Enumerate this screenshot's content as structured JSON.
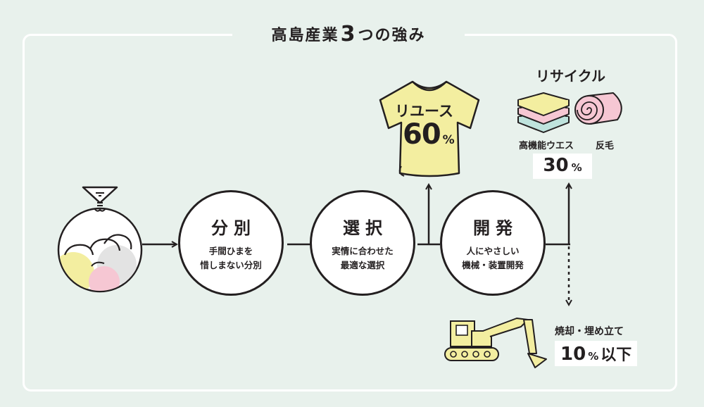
{
  "title": {
    "prefix": "高島産業",
    "number": "3",
    "suffix": "つの強み"
  },
  "steps": [
    {
      "head": "分別",
      "sub1": "手間ひまを",
      "sub2": "惜しまない分別"
    },
    {
      "head": "選択",
      "sub1": "実情に合わせた",
      "sub2": "最適な選択"
    },
    {
      "head": "開発",
      "sub1": "人にやさしい",
      "sub2": "機械・装置開発"
    }
  ],
  "reuse": {
    "label": "リユース",
    "value": "60",
    "unit": "%"
  },
  "recycle": {
    "label": "リサイクル",
    "item1": "高機能ウエス",
    "item2": "反毛",
    "value": "30",
    "unit": "%"
  },
  "disposal": {
    "label": "焼却・埋め立て",
    "value": "10",
    "unit": "%",
    "suffix": "以下"
  },
  "colors": {
    "background": "#e8f1ec",
    "yellow": "#f3eea0",
    "pink": "#f6c7d3",
    "gray": "#e3e3e3",
    "teal": "#bfe3dd",
    "ink": "#231f20"
  },
  "icons": [
    "garbage-bag-icon",
    "tshirt-icon",
    "folded-cloth-icon",
    "fleece-roll-icon",
    "excavator-icon"
  ]
}
